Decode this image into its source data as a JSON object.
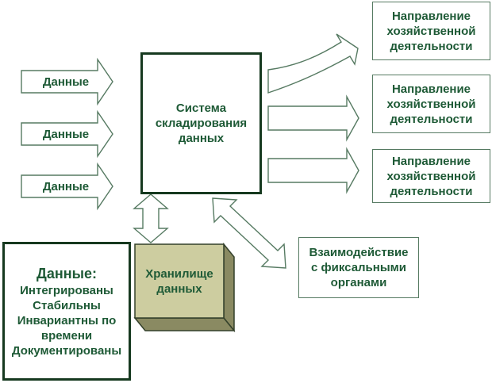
{
  "colors": {
    "text_green": "#1e5a36",
    "thick_border_green": "#16391f",
    "thin_border_green": "#567a62",
    "cube_front_fill": "#cdcda0",
    "cube_side_fill": "#8a8a62",
    "background": "#ffffff"
  },
  "input_arrows": [
    {
      "label": "Данные"
    },
    {
      "label": "Данные"
    },
    {
      "label": "Данные"
    }
  ],
  "central_box": {
    "lines": [
      "Система",
      "складирования",
      "данных"
    ]
  },
  "output_boxes": [
    {
      "lines": [
        "Направление",
        "хозяйственной",
        "деятельности"
      ]
    },
    {
      "lines": [
        "Направление",
        "хозяйственной",
        "деятельности"
      ]
    },
    {
      "lines": [
        "Направление",
        "хозяйственной",
        "деятельности"
      ]
    }
  ],
  "warehouse": {
    "lines": [
      "Хранилище",
      "данных"
    ]
  },
  "fiscal": {
    "lines": [
      "Взаимодействие",
      "с фиксальными",
      "органами"
    ]
  },
  "properties": {
    "title": "Данные:",
    "items": [
      "Интегрированы",
      "Стабильны",
      "Инвариантны по времени",
      "Документированы"
    ]
  }
}
